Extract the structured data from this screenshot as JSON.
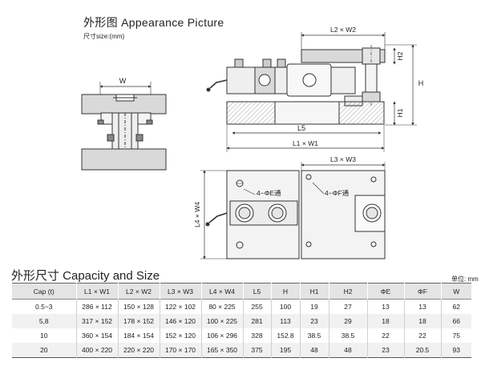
{
  "header": {
    "title": "外形图  Appearance Picture",
    "unit": "尺寸size:(mm)"
  },
  "drawing": {
    "labels": {
      "w": "W",
      "l2w2": "L2 × W2",
      "h2": "H2",
      "h": "H",
      "h1": "H1",
      "l5": "L5",
      "l1w1": "L1 × W1",
      "l3w3": "L3 × W3",
      "l4w4": "L4 × W4",
      "hole_e": "4−ΦE通",
      "hole_f": "4−ΦF通"
    }
  },
  "table": {
    "title": "外形尺寸  Capacity and Size",
    "unit": "单位: mm",
    "columns": [
      "Cap (t)",
      "L1 × W1",
      "L2 × W2",
      "L3 × W3",
      "L4 × W4",
      "L5",
      "H",
      "H1",
      "H2",
      "ΦE",
      "ΦF",
      "W"
    ],
    "rows": [
      [
        "0.5~3",
        "286 × 112",
        "150 × 128",
        "122 × 102",
        "80 × 225",
        "255",
        "100",
        "19",
        "27",
        "13",
        "13",
        "62"
      ],
      [
        "5,8",
        "317 × 152",
        "178 × 152",
        "146 × 120",
        "100 × 225",
        "281",
        "113",
        "23",
        "29",
        "18",
        "18",
        "66"
      ],
      [
        "10",
        "360 × 154",
        "184 × 154",
        "152 × 120",
        "106 × 296",
        "328",
        "152.8",
        "38.5",
        "38.5",
        "22",
        "22",
        "75"
      ],
      [
        "20",
        "400 × 220",
        "220 × 220",
        "170 × 170",
        "165 × 350",
        "375",
        "195",
        "48",
        "48",
        "23",
        "20.5",
        "93"
      ]
    ]
  }
}
